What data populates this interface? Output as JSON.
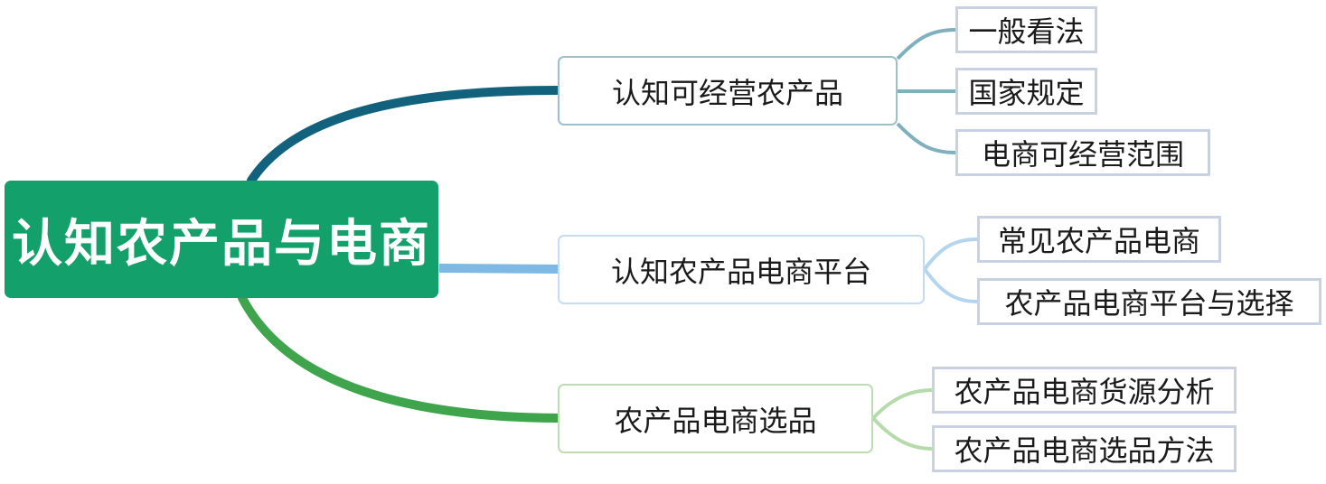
{
  "root": {
    "label": "认知农产品与电商",
    "color": "#14a06b"
  },
  "branches": [
    {
      "label": "认知可经营农产品",
      "line_color": "#12627e",
      "border_color": "#9cc1c9",
      "sub_line_color": "#7fb0bd",
      "children": [
        "一般看法",
        "国家规定",
        "电商可经营范围"
      ]
    },
    {
      "label": "认知农产品电商平台",
      "line_color": "#7db9e4",
      "border_color": "#c5ddf2",
      "sub_line_color": "#b5d5ef",
      "children": [
        "常见农产品电商",
        "农产品电商平台与选择"
      ]
    },
    {
      "label": "农产品电商选品",
      "line_color": "#3ea54c",
      "border_color": "#bfdcb4",
      "sub_line_color": "#b6dbaa",
      "children": [
        "农产品电商货源分析",
        "农产品电商选品方法"
      ]
    }
  ],
  "leaf_border_color": "#c9d2e3"
}
